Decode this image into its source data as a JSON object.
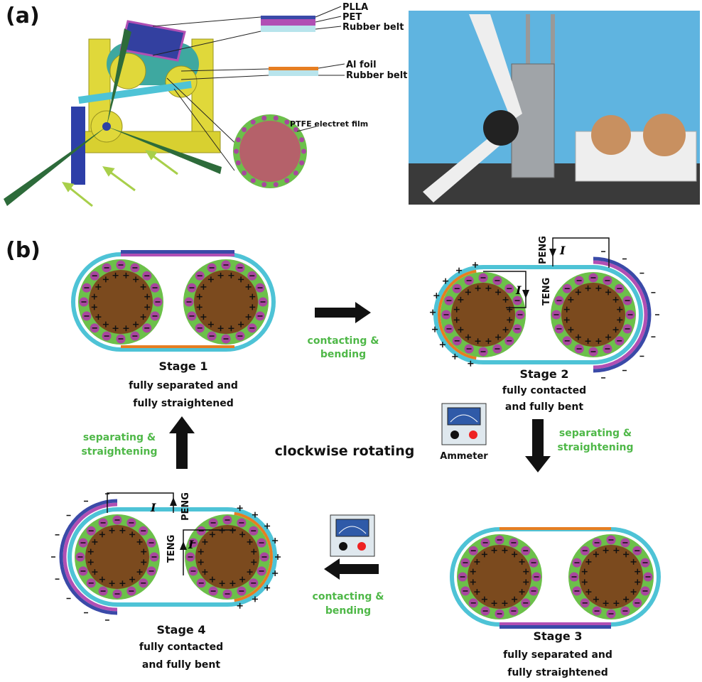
{
  "panel_a": {
    "label": "(a)",
    "layers_top": [
      "PLLA",
      "PET",
      "Rubber belt"
    ],
    "layers_bottom": [
      "Al foil",
      "Rubber belt"
    ],
    "electret": "PTFE electret film"
  },
  "panel_b": {
    "label": "(b)",
    "center": "clockwise rotating",
    "ammeter": "Ammeter",
    "transitions": {
      "t12": [
        "contacting &",
        "bending"
      ],
      "t23": [
        "separating &",
        "straightening"
      ],
      "t34": [
        "contacting &",
        "bending"
      ],
      "t41": [
        "separating &",
        "straightening"
      ]
    },
    "stages": [
      {
        "title": "Stage 1",
        "desc": [
          "fully separated and",
          "fully straightened"
        ]
      },
      {
        "title": "Stage 2",
        "desc": [
          "fully contacted",
          "and fully bent"
        ]
      },
      {
        "title": "Stage 3",
        "desc": [
          "fully separated and",
          "fully straightened"
        ]
      },
      {
        "title": "Stage 4",
        "desc": [
          "fully contacted",
          "and fully bent"
        ]
      }
    ],
    "circuit": {
      "peng": "PENG",
      "teng": "TENG",
      "current": "I"
    }
  },
  "colors": {
    "belt": "#4ec3d6",
    "plla": "#3a4aa8",
    "pet": "#b14fb4",
    "al": "#e67e22",
    "ptfe": "#6cc04a",
    "roller": "#7b4a1e",
    "charge": "#a8479e",
    "text_green": "#4fb848",
    "photo_bg": "#5fb4e0"
  }
}
